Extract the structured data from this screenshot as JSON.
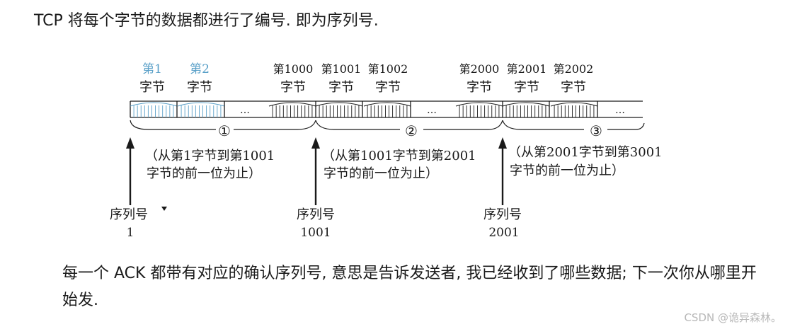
{
  "intro_text": "TCP 将每个字节的数据都进行了编号. 即为序列号.",
  "note_text": "每一个 ACK 都带有对应的确认序列号, 意思是告诉发送者, 我已经收到了哪些数据; 下一次你从哪里开始发.",
  "watermark": "CSDN @诡异森林。",
  "diagram": {
    "ellipsis": "…",
    "byte_labels": [
      {
        "num": "第1",
        "unit": "字节",
        "highlight": true
      },
      {
        "num": "第2",
        "unit": "字节",
        "highlight": true
      },
      {
        "num": "第1000",
        "unit": "字节",
        "highlight": false
      },
      {
        "num": "第1001",
        "unit": "字节",
        "highlight": false
      },
      {
        "num": "第1002",
        "unit": "字节",
        "highlight": false
      },
      {
        "num": "第2000",
        "unit": "字节",
        "highlight": false
      },
      {
        "num": "第2001",
        "unit": "字节",
        "highlight": false
      },
      {
        "num": "第2002",
        "unit": "字节",
        "highlight": false
      }
    ],
    "segments": [
      {
        "mark": "①",
        "line1": "（从第1字节到第1001",
        "line2": "字节的前一位为止）"
      },
      {
        "mark": "②",
        "line1": "（从第1001字节到第2001",
        "line2": "字节的前一位为止）"
      },
      {
        "mark": "③",
        "line1": "（从第2001字节到第3001",
        "line2": "字节的前一位为止）"
      }
    ],
    "seq_arrows": [
      {
        "label": "序列号",
        "value": "1"
      },
      {
        "label": "序列号",
        "value": "1001"
      },
      {
        "label": "序列号",
        "value": "2001"
      }
    ],
    "colors": {
      "ink": "#1a1a1a",
      "highlight": "#5aa0c8"
    }
  }
}
